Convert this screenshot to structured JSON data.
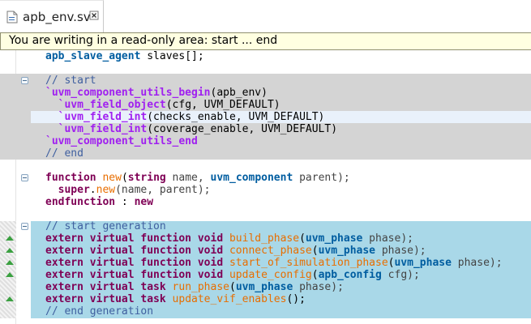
{
  "tab": {
    "title": "apb_env.sv",
    "file_icon": "sv-file-icon",
    "close_icon": "close-icon"
  },
  "banner": {
    "message": "You are writing in a read-only area: start ... end"
  },
  "colors": {
    "banner_bg": "#ffffe1",
    "readonly_region": "#d4d4d4",
    "generated_region": "#a9d8e8",
    "current_line": "#e9f1fb",
    "keyword": "#7f0055",
    "macro": "#a020f0",
    "type": "#005da0",
    "function": "#e86e00",
    "comment": "#3f5f9f"
  },
  "code_lines": [
    {
      "indent": 0,
      "tokens": [
        {
          "t": "apb_slave_agent",
          "c": "type"
        },
        {
          "t": " slaves[];",
          "c": "plain"
        }
      ]
    },
    {
      "indent": 0,
      "tokens": []
    },
    {
      "indent": 0,
      "tokens": [
        {
          "t": "// start",
          "c": "cmt"
        }
      ]
    },
    {
      "indent": 0,
      "tokens": [
        {
          "t": "`uvm_component_utils_begin",
          "c": "macro"
        },
        {
          "t": "(apb_env)",
          "c": "plain"
        }
      ]
    },
    {
      "indent": 2,
      "tokens": [
        {
          "t": "`uvm_field_object",
          "c": "macro"
        },
        {
          "t": "(cfg, UVM_DEFAULT)",
          "c": "plain"
        }
      ]
    },
    {
      "indent": 2,
      "tokens": [
        {
          "t": "`uvm_field_int",
          "c": "macro"
        },
        {
          "t": "(checks_enable, UVM_DEFAULT)",
          "c": "plain"
        }
      ]
    },
    {
      "indent": 2,
      "tokens": [
        {
          "t": "`uvm_field_int",
          "c": "macro"
        },
        {
          "t": "(coverage_enable, UVM_DEFAULT)",
          "c": "plain"
        }
      ]
    },
    {
      "indent": 0,
      "tokens": [
        {
          "t": "`uvm_component_utils_end",
          "c": "macro"
        }
      ]
    },
    {
      "indent": 0,
      "tokens": [
        {
          "t": "// end",
          "c": "cmt"
        }
      ]
    },
    {
      "indent": 0,
      "tokens": []
    },
    {
      "indent": 0,
      "tokens": [
        {
          "t": "function",
          "c": "kw"
        },
        {
          "t": " ",
          "c": "plain"
        },
        {
          "t": "new",
          "c": "func"
        },
        {
          "t": "(",
          "c": "plain"
        },
        {
          "t": "string",
          "c": "kw"
        },
        {
          "t": " name, ",
          "c": "param"
        },
        {
          "t": "uvm_component",
          "c": "type"
        },
        {
          "t": " parent);",
          "c": "param"
        }
      ]
    },
    {
      "indent": 2,
      "tokens": [
        {
          "t": "super",
          "c": "kw"
        },
        {
          "t": ".",
          "c": "plain"
        },
        {
          "t": "new",
          "c": "func"
        },
        {
          "t": "(name, parent);",
          "c": "param"
        }
      ]
    },
    {
      "indent": 0,
      "tokens": [
        {
          "t": "endfunction",
          "c": "kw"
        },
        {
          "t": " : ",
          "c": "plain"
        },
        {
          "t": "new",
          "c": "kw"
        }
      ]
    },
    {
      "indent": 0,
      "tokens": []
    },
    {
      "indent": 0,
      "tokens": [
        {
          "t": "// start generation",
          "c": "cmt"
        }
      ]
    },
    {
      "indent": 0,
      "tokens": [
        {
          "t": "extern virtual function void",
          "c": "kw"
        },
        {
          "t": " ",
          "c": "plain"
        },
        {
          "t": "build_phase",
          "c": "func"
        },
        {
          "t": "(",
          "c": "plain"
        },
        {
          "t": "uvm_phase",
          "c": "type"
        },
        {
          "t": " phase);",
          "c": "param"
        }
      ]
    },
    {
      "indent": 0,
      "tokens": [
        {
          "t": "extern virtual function void",
          "c": "kw"
        },
        {
          "t": " ",
          "c": "plain"
        },
        {
          "t": "connect_phase",
          "c": "func"
        },
        {
          "t": "(",
          "c": "plain"
        },
        {
          "t": "uvm_phase",
          "c": "type"
        },
        {
          "t": " phase);",
          "c": "param"
        }
      ]
    },
    {
      "indent": 0,
      "tokens": [
        {
          "t": "extern virtual function void",
          "c": "kw"
        },
        {
          "t": " ",
          "c": "plain"
        },
        {
          "t": "start_of_simulation_phase",
          "c": "func"
        },
        {
          "t": "(",
          "c": "plain"
        },
        {
          "t": "uvm_phase",
          "c": "type"
        },
        {
          "t": " phase);",
          "c": "param"
        }
      ]
    },
    {
      "indent": 0,
      "tokens": [
        {
          "t": "extern virtual function void",
          "c": "kw"
        },
        {
          "t": " ",
          "c": "plain"
        },
        {
          "t": "update_config",
          "c": "func"
        },
        {
          "t": "(",
          "c": "plain"
        },
        {
          "t": "apb_config",
          "c": "type"
        },
        {
          "t": " cfg);",
          "c": "param"
        }
      ]
    },
    {
      "indent": 0,
      "tokens": [
        {
          "t": "extern virtual task",
          "c": "kw"
        },
        {
          "t": " ",
          "c": "plain"
        },
        {
          "t": "run_phase",
          "c": "func"
        },
        {
          "t": "(",
          "c": "plain"
        },
        {
          "t": "uvm_phase",
          "c": "type"
        },
        {
          "t": " phase);",
          "c": "param"
        }
      ]
    },
    {
      "indent": 0,
      "tokens": [
        {
          "t": "extern virtual task",
          "c": "kw"
        },
        {
          "t": " ",
          "c": "plain"
        },
        {
          "t": "update_vif_enables",
          "c": "func"
        },
        {
          "t": "();",
          "c": "plain"
        }
      ]
    },
    {
      "indent": 0,
      "tokens": [
        {
          "t": "// end generation",
          "c": "cmt"
        }
      ]
    }
  ],
  "folds": [
    2,
    10,
    14
  ],
  "override_markers": [
    15,
    16,
    17,
    18,
    20
  ]
}
